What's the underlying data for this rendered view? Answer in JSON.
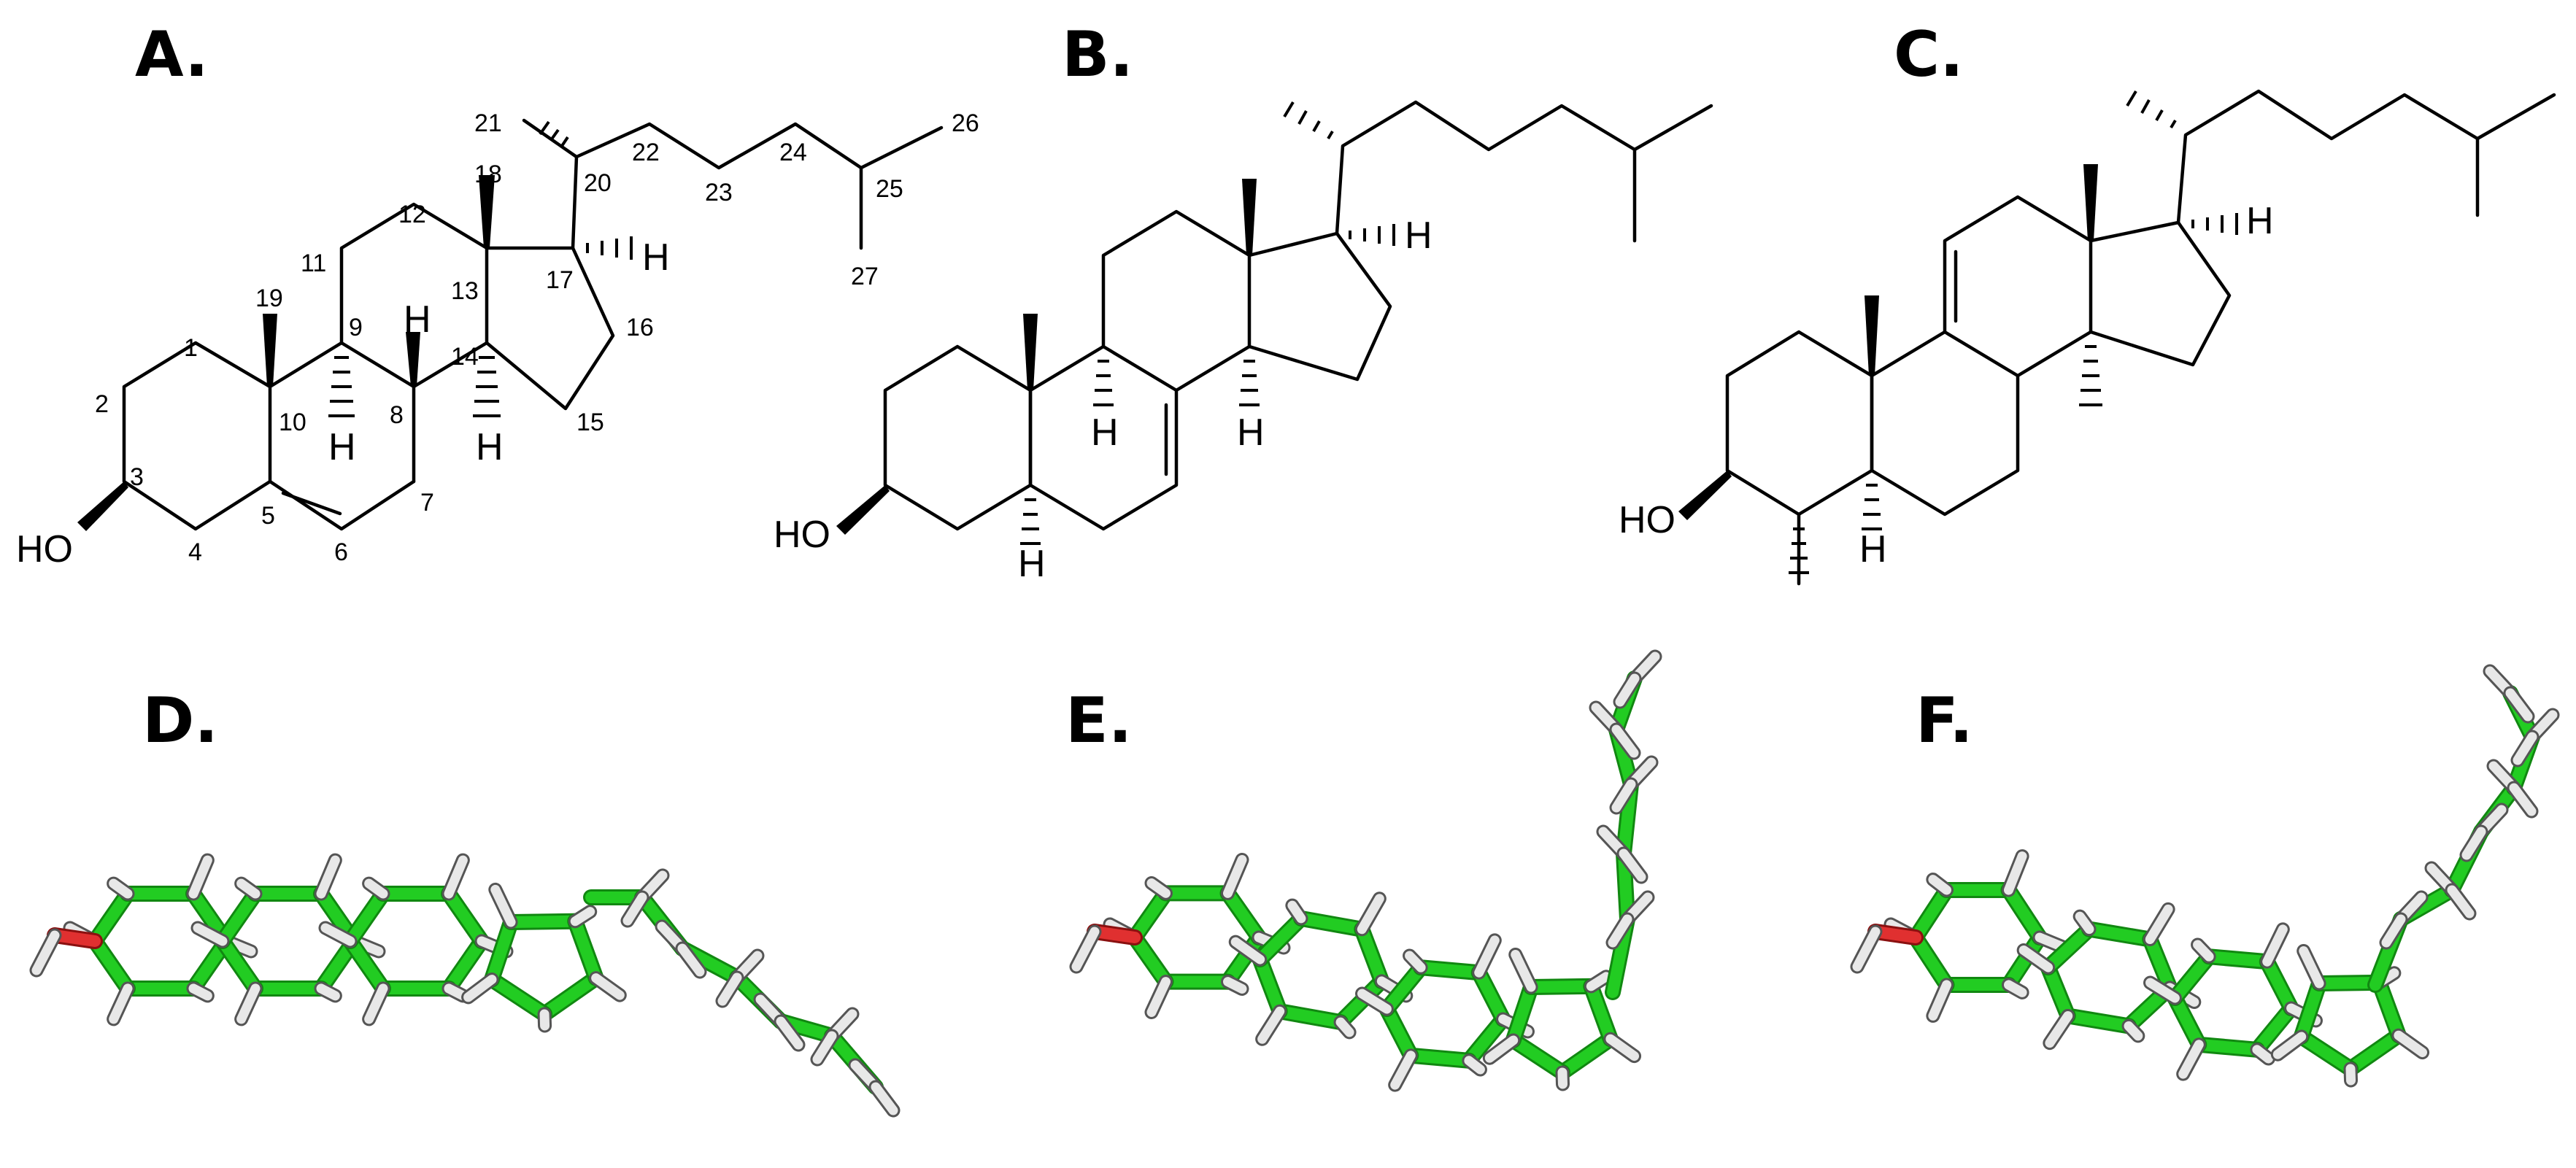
{
  "panels": {
    "a": {
      "label": "A."
    },
    "b": {
      "label": "B."
    },
    "c": {
      "label": "C."
    },
    "d": {
      "label": "D."
    },
    "e": {
      "label": "E."
    },
    "f": {
      "label": "F."
    }
  },
  "structure_a": {
    "atoms": {
      "hydroxyl": "HO",
      "h17": "H",
      "h8": "H",
      "h9": "H",
      "h14": "H"
    },
    "numbers": [
      "1",
      "2",
      "3",
      "4",
      "5",
      "6",
      "7",
      "8",
      "9",
      "10",
      "11",
      "12",
      "13",
      "14",
      "15",
      "16",
      "17",
      "18",
      "19",
      "20",
      "21",
      "22",
      "23",
      "24",
      "25",
      "26",
      "27"
    ]
  },
  "structure_b": {
    "atoms": {
      "hydroxyl": "HO",
      "h17": "H",
      "h9": "H",
      "h14": "H",
      "h5": "H"
    }
  },
  "structure_c": {
    "atoms": {
      "hydroxyl": "HO",
      "h17": "H",
      "h5": "H"
    }
  },
  "colors": {
    "bond": "#000000",
    "carbon": "#22cc22",
    "carbon_dark": "#118811",
    "hydrogen": "#e8e8e8",
    "hydrogen_dark": "#555555",
    "oxygen": "#e03030"
  }
}
